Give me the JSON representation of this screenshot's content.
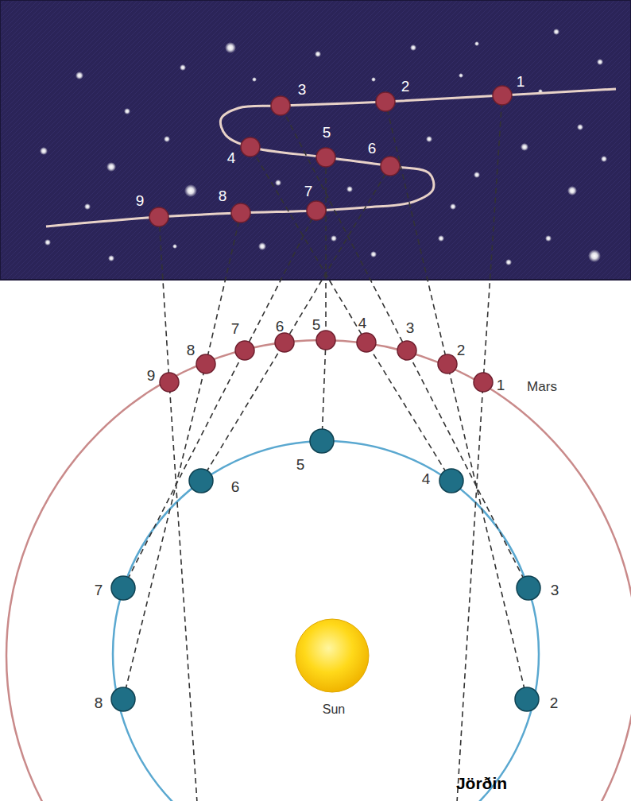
{
  "diagram": {
    "labels": [
      "1",
      "2",
      "3",
      "4",
      "5",
      "6",
      "7",
      "8",
      "9",
      "1",
      "2",
      "3",
      "4",
      "5",
      "6",
      "7",
      "8",
      "9",
      "2",
      "3",
      "4",
      "5",
      "6",
      "7",
      "8",
      "Mars",
      "Sun",
      "Jörðin"
    ]
  }
}
